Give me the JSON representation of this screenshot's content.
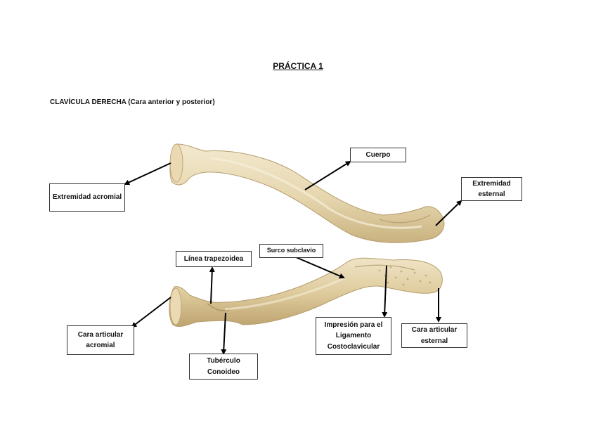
{
  "title": "PRÁCTICA 1",
  "subtitle": "CLAVÍCULA DERECHA (Cara anterior y posterior)",
  "colors": {
    "bone_light": "#efe3c5",
    "bone_mid": "#dccba0",
    "bone_dark": "#b59d6c",
    "arrow": "#000000",
    "box_border": "#333333"
  },
  "labels": {
    "cuerpo": "Cuerpo",
    "extremidad_acromial": "Extremidad acromial",
    "extremidad_esternal": "Extremidad esternal",
    "surco_subclavio": "Surco subclavio",
    "linea_trapezoidea": "Línea trapezoidea",
    "cara_articular_acromial": "Cara articular acromial",
    "tuberculo_conoideo": "Tubérculo Conoideo",
    "impresion_ligamento": "Impresión para el Ligamento Costoclavicular",
    "cara_articular_esternal": "Cara articular esternal"
  }
}
